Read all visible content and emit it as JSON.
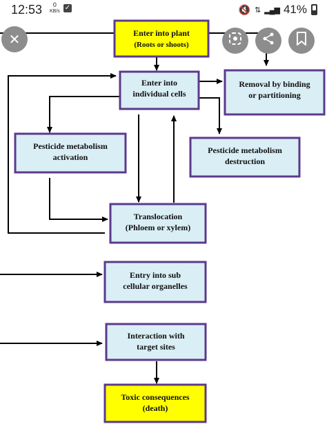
{
  "status_bar": {
    "time": "12:53",
    "net_speed_value": "0",
    "net_speed_unit": "KB/s",
    "battery": "41%"
  },
  "overlay_buttons": {
    "close_icon": "close-icon",
    "lens_icon": "lens-icon",
    "share_icon": "share-icon",
    "bookmark_icon": "bookmark-icon"
  },
  "colors": {
    "box_fill_light": "#d9eef5",
    "box_fill_yellow": "#ffff00",
    "box_border": "#5b3a8c",
    "arrow": "#000000"
  },
  "nodes": [
    {
      "id": "enter_plant",
      "lines": [
        "Enter into plant",
        "(Roots or shoots)"
      ]
    },
    {
      "id": "enter_cells",
      "lines": [
        "Enter into",
        "individual cells"
      ]
    },
    {
      "id": "removal",
      "lines": [
        "Removal by binding",
        "or partitioning"
      ]
    },
    {
      "id": "activation",
      "lines": [
        "Pesticide metabolism",
        "activation"
      ]
    },
    {
      "id": "destruction",
      "lines": [
        "Pesticide metabolism",
        "destruction"
      ]
    },
    {
      "id": "translocation",
      "lines": [
        "Translocation",
        "(Phloem or xylem)"
      ]
    },
    {
      "id": "organelles",
      "lines": [
        "Entry into sub",
        "cellular organelles"
      ]
    },
    {
      "id": "target",
      "lines": [
        "Interaction with",
        "target sites"
      ]
    },
    {
      "id": "toxic",
      "lines": [
        "Toxic consequences",
        "(death)"
      ]
    }
  ]
}
